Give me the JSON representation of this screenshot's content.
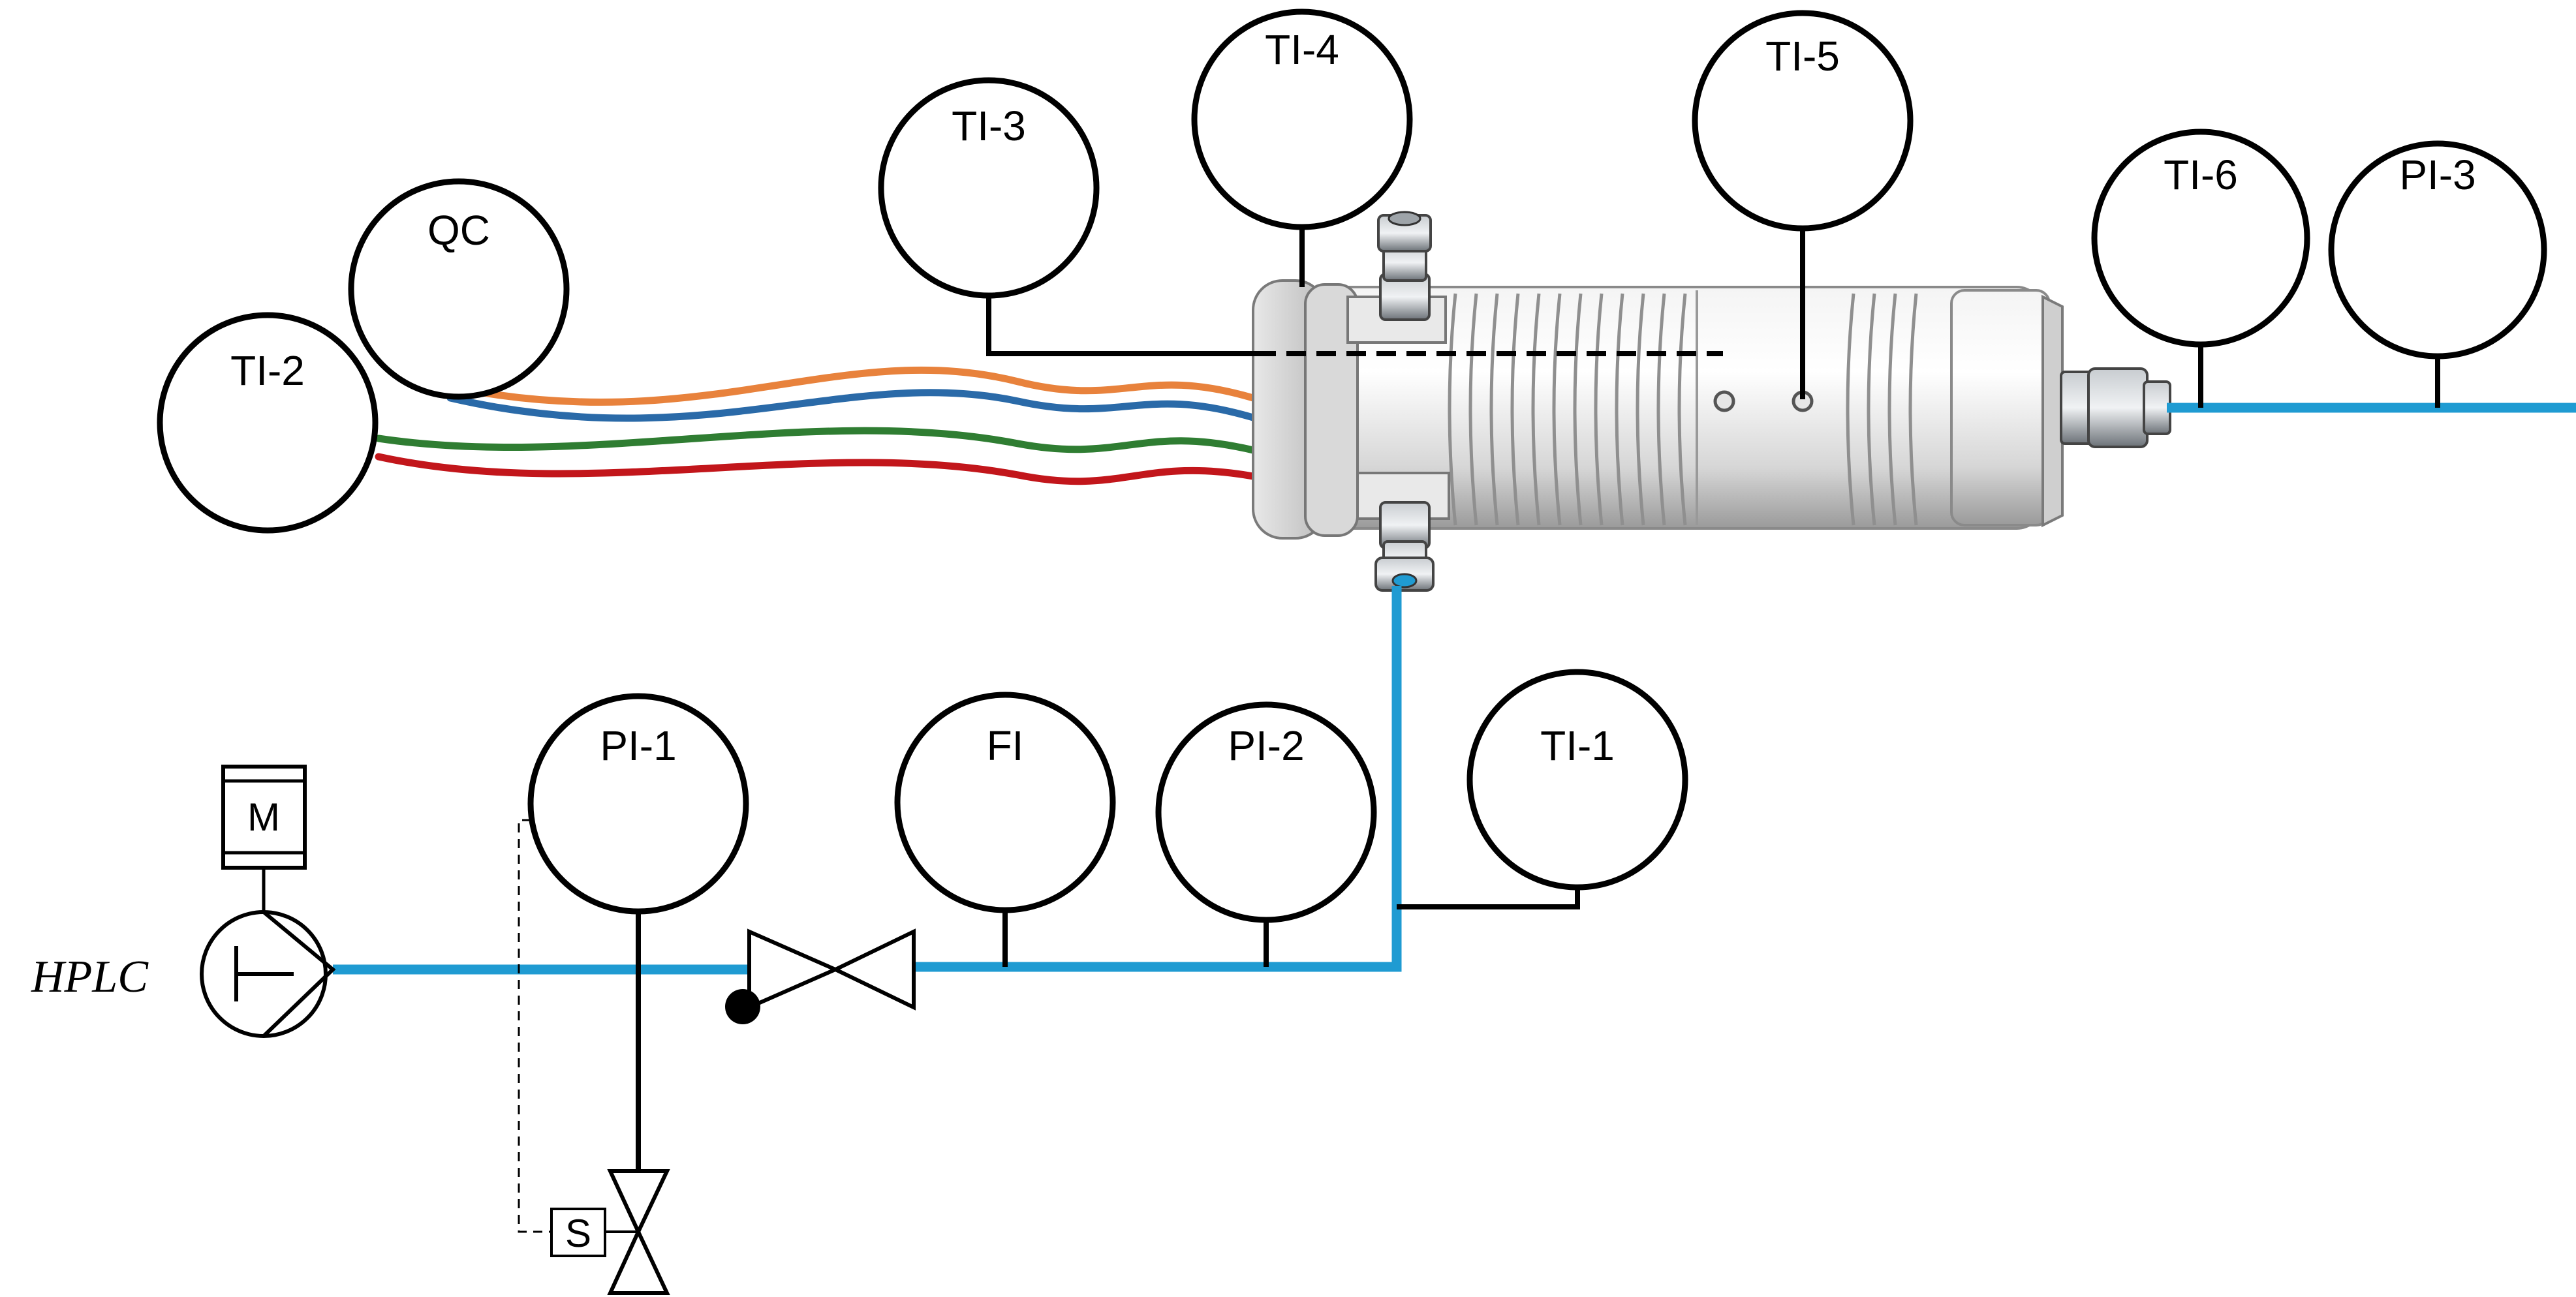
{
  "instruments": {
    "ti2": "TI-2",
    "qc": "QC",
    "ti3": "TI-3",
    "ti4": "TI-4",
    "ti5": "TI-5",
    "ti6": "TI-6",
    "pi3": "PI-3",
    "pi1": "PI-1",
    "fi": "FI",
    "pi2": "PI-2",
    "ti1": "TI-1"
  },
  "labels": {
    "pump": "HPLC",
    "motor": "M",
    "solenoid": "S"
  },
  "colors": {
    "process_line": "#1f9bd2",
    "signal_line": "#000000",
    "cable_orange": "#e8823c",
    "cable_blue": "#2a6aa8",
    "cable_green": "#2f7d32",
    "cable_red": "#c2161b"
  }
}
